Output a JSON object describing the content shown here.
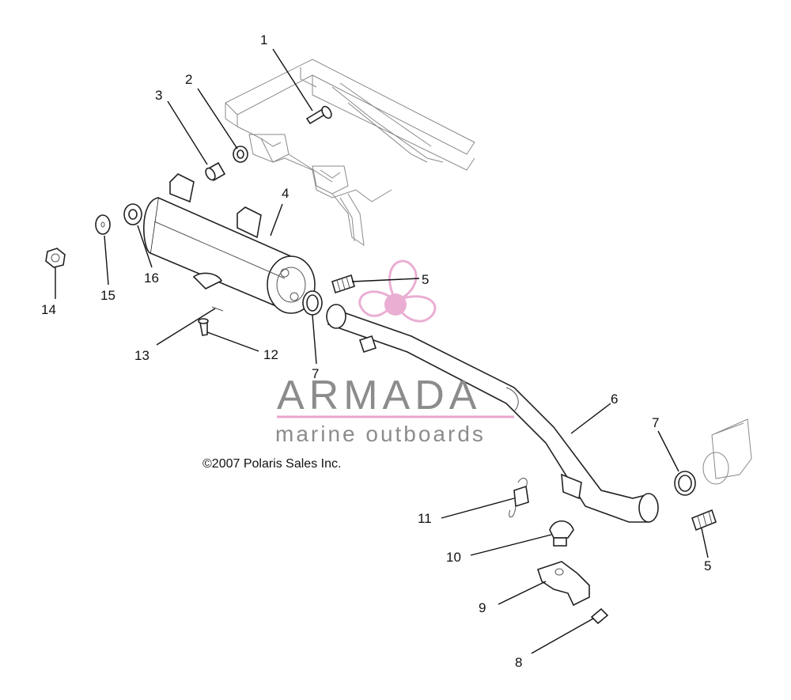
{
  "callouts": [
    {
      "id": "c1",
      "label": "1"
    },
    {
      "id": "c2",
      "label": "2"
    },
    {
      "id": "c3",
      "label": "3"
    },
    {
      "id": "c4",
      "label": "4"
    },
    {
      "id": "c5a",
      "label": "5"
    },
    {
      "id": "c5b",
      "label": "5"
    },
    {
      "id": "c6",
      "label": "6"
    },
    {
      "id": "c7a",
      "label": "7"
    },
    {
      "id": "c7b",
      "label": "7"
    },
    {
      "id": "c8",
      "label": "8"
    },
    {
      "id": "c9",
      "label": "9"
    },
    {
      "id": "c10",
      "label": "10"
    },
    {
      "id": "c11",
      "label": "11"
    },
    {
      "id": "c12",
      "label": "12"
    },
    {
      "id": "c13",
      "label": "13"
    },
    {
      "id": "c14",
      "label": "14"
    },
    {
      "id": "c15",
      "label": "15"
    },
    {
      "id": "c16",
      "label": "16"
    }
  ],
  "copyright": "©2007 Polaris Sales Inc.",
  "watermark": {
    "title": "ARMADA",
    "subtitle": "marine outboards",
    "title_color": "#8c8c8c",
    "accent_color": "#e8a6cf"
  }
}
